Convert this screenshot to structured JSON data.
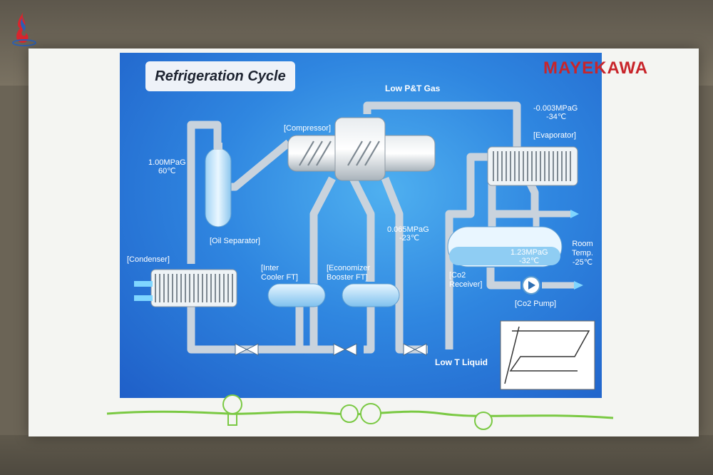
{
  "slide": {
    "title": "Refrigeration Cycle",
    "logo_text": "MAYEKAWA"
  },
  "labels": {
    "low_pt_gas": "Low P&T Gas",
    "evap_pressure": "-0.003MPaG",
    "evap_temp": "-34℃",
    "evaporator": "[Evaporator]",
    "compressor": "[Compressor]",
    "hp_pressure": "1.00MPaG",
    "hp_temp": "60℃",
    "oil_separator": "[Oil Separator]",
    "condenser": "[Condenser]",
    "inter_cooler": "[Inter\nCooler FT]",
    "economizer": "[Economizer\nBooster FT]",
    "mid_pressure": "0.065MPaG",
    "mid_temp": "-23℃",
    "co2_receiver": "[Co2\nReceiver]",
    "co2_pressure": "1.23MPaG",
    "co2_temp": "-32℃",
    "room_temp": "Room\nTemp.\n-25℃",
    "co2_pump": "[Co2 Pump]",
    "low_t_liquid": "Low T Liquid"
  },
  "colors": {
    "panel": "#2f86e0",
    "pipe": "#c9d3dd",
    "title_box": "#eef2f8",
    "logo_red": "#c8252b",
    "accent_green": "#7ac943"
  },
  "icons": [
    "corner-brand-logo",
    "valve-icon",
    "pump-icon",
    "bulb-icon",
    "gear-icon",
    "flower-icon",
    "fan-icon"
  ]
}
